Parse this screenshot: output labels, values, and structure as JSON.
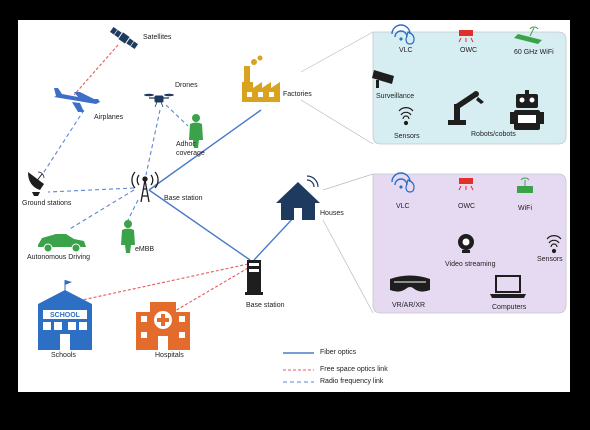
{
  "nodes": {
    "satellites": "Satellites",
    "drones": "Drones",
    "airplanes": "Airplanes",
    "adhoc_line1": "Adhoc",
    "adhoc_line2": "coverage",
    "factories": "Factories",
    "ground_stations": "Ground stations",
    "base_station_main": "Base station",
    "houses": "Houses",
    "autonomous_driving": "Autonomous Driving",
    "embb": "eMBB",
    "base_station_small": "Base station",
    "schools": "Schools",
    "school_sign": "SCHOOL",
    "hospitals": "Hospitals"
  },
  "factory_panel": {
    "vlc": "VLC",
    "owc": "OWC",
    "wifi60": "60 GHz WiFi",
    "surveillance": "Surveillance",
    "sensors": "Sensors",
    "robots": "Robots/cobots",
    "bg_color": "#d6eef2"
  },
  "house_panel": {
    "vlc": "VLC",
    "owc": "OWC",
    "wifi": "WiFi",
    "video_streaming": "Video streaming",
    "sensors": "Sensors",
    "vr": "VR/AR/XR",
    "computers": "Computers",
    "bg_color": "#e6d9f2"
  },
  "legend": {
    "fiber": "Fiber optics",
    "fso": "Free space optics link",
    "rf": "Radio frequency link"
  },
  "colors": {
    "fiber": "#4a7bc8",
    "fso": "#e85a5a",
    "rf": "#5b86d6",
    "icon_dark": "#1f3a5f",
    "factory": "#d9a21f",
    "green": "#3aa34a",
    "red": "#e0302a",
    "blue": "#2d6fc4",
    "orange": "#e36b2c"
  }
}
